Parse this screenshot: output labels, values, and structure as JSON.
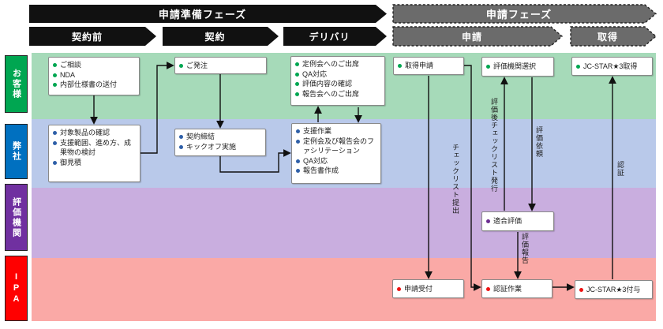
{
  "header": {
    "phases": [
      {
        "label": "申請準備フェーズ",
        "style": "solid"
      },
      {
        "label": "申請フェーズ",
        "style": "dashed"
      }
    ],
    "stages": [
      {
        "label": "契約前",
        "style": "solid"
      },
      {
        "label": "契約",
        "style": "solid"
      },
      {
        "label": "デリバリ",
        "style": "solid"
      },
      {
        "label": "申請",
        "style": "dashed"
      },
      {
        "label": "取得",
        "style": "dashed"
      }
    ]
  },
  "lanes": [
    {
      "label": "お客様"
    },
    {
      "label": "弊社"
    },
    {
      "label": "評価機関"
    },
    {
      "label": "IPA"
    }
  ],
  "boxes": [
    {
      "items": [
        "ご相談",
        "NDA",
        "内部仕様書の送付"
      ]
    },
    {
      "items": [
        "ご発注"
      ]
    },
    {
      "items": [
        "定例会へのご出席",
        "QA対応",
        "評価内容の確認",
        "報告会へのご出席"
      ]
    },
    {
      "items": [
        "取得申請"
      ]
    },
    {
      "items": [
        "評価機関選択"
      ]
    },
    {
      "items": [
        "JC-STAR★3取得"
      ]
    },
    {
      "items": [
        "対象製品の確認",
        "支援範囲、進め方、成果物の検討",
        "御見積"
      ]
    },
    {
      "items": [
        "契約締結",
        "キックオフ実施"
      ]
    },
    {
      "items": [
        "支援作業",
        "定例会及び報告会のファシリテーション",
        "QA対応",
        "報告書作成"
      ]
    },
    {
      "items": [
        "適合評価"
      ]
    },
    {
      "items": [
        "申請受付"
      ]
    },
    {
      "items": [
        "認証作業"
      ]
    },
    {
      "items": [
        "JC-STAR★3付与"
      ]
    }
  ],
  "flow_labels": [
    {
      "text": "チェックリスト提出"
    },
    {
      "text": "評価後チェックリスト発行"
    },
    {
      "text": "評価依頼"
    },
    {
      "text": "評価報告"
    },
    {
      "text": "認証"
    }
  ],
  "colors": {
    "lane_customer": "#00A651",
    "lane_company": "#0070C0",
    "lane_evaluator": "#7030A0",
    "lane_ipa": "#FF0000",
    "band_customer": "#A6DAB9",
    "band_company": "#B9C9EA",
    "band_evaluator": "#C9AEDF",
    "band_ipa": "#FAA9A6",
    "arrow_solid": "#111111",
    "arrow_dashed_fill": "#6B6B6B"
  }
}
